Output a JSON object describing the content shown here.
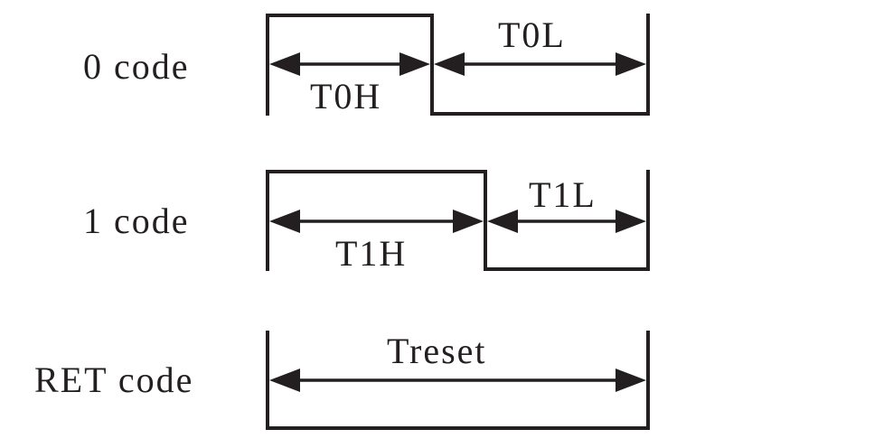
{
  "rows": [
    {
      "label": "0 code",
      "segments": [
        "T0H",
        "T0L"
      ]
    },
    {
      "label": "1 code",
      "segments": [
        "T1H",
        "T1L"
      ]
    },
    {
      "label": "RET code",
      "segments": [
        "Treset"
      ]
    }
  ],
  "colors": {
    "line": "#231f20",
    "background": "#ffffff"
  }
}
